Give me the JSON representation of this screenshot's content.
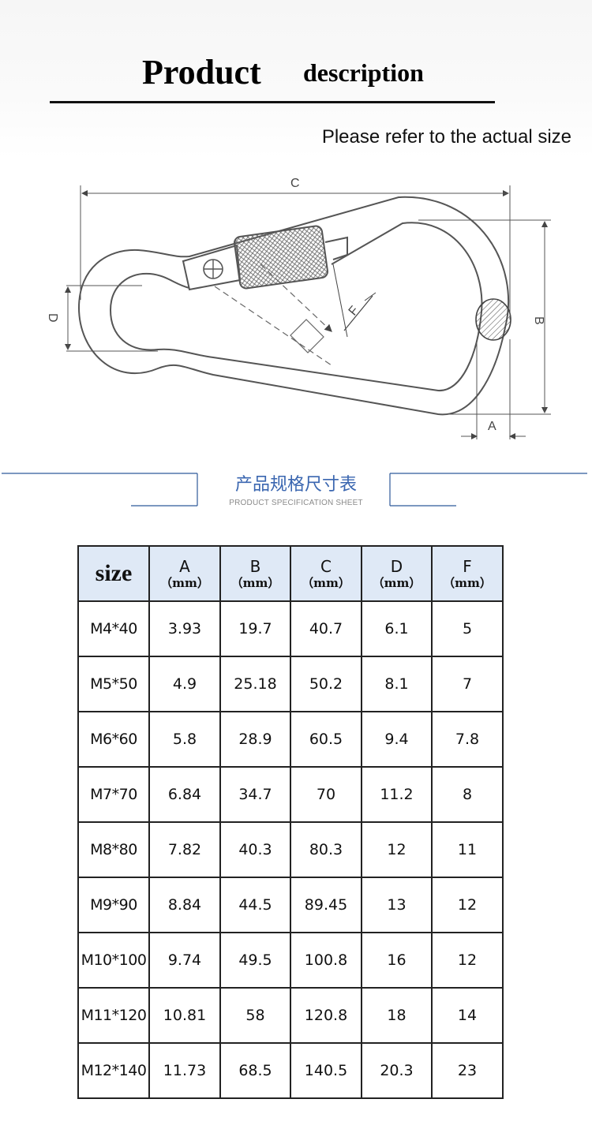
{
  "header": {
    "title_word1": "Product",
    "title_word2": "description",
    "subtitle": "Please refer to the actual size"
  },
  "diagram": {
    "labels": {
      "a": "A",
      "b": "B",
      "c": "C",
      "d": "D",
      "f": "F"
    }
  },
  "spec_sheet": {
    "title_cn": "产品规格尺寸表",
    "title_en": "PRODUCT SPECIFICATION SHEET"
  },
  "table": {
    "size_header": "size",
    "columns": [
      {
        "letter": "A",
        "unit": "（mm）"
      },
      {
        "letter": "B",
        "unit": "（mm）"
      },
      {
        "letter": "C",
        "unit": "（mm）"
      },
      {
        "letter": "D",
        "unit": "（mm）"
      },
      {
        "letter": "F",
        "unit": "（mm）"
      }
    ],
    "rows": [
      {
        "size": "M4*40",
        "a": "3.93",
        "b": "19.7",
        "c": "40.7",
        "d": "6.1",
        "f": "5"
      },
      {
        "size": "M5*50",
        "a": "4.9",
        "b": "25.18",
        "c": "50.2",
        "d": "8.1",
        "f": "7"
      },
      {
        "size": "M6*60",
        "a": "5.8",
        "b": "28.9",
        "c": "60.5",
        "d": "9.4",
        "f": "7.8"
      },
      {
        "size": "M7*70",
        "a": "6.84",
        "b": "34.7",
        "c": "70",
        "d": "11.2",
        "f": "8"
      },
      {
        "size": "M8*80",
        "a": "7.82",
        "b": "40.3",
        "c": "80.3",
        "d": "12",
        "f": "11"
      },
      {
        "size": "M9*90",
        "a": "8.84",
        "b": "44.5",
        "c": "89.45",
        "d": "13",
        "f": "12"
      },
      {
        "size": "M10*100",
        "a": "9.74",
        "b": "49.5",
        "c": "100.8",
        "d": "16",
        "f": "12"
      },
      {
        "size": "M11*120",
        "a": "10.81",
        "b": "58",
        "c": "120.8",
        "d": "18",
        "f": "14"
      },
      {
        "size": "M12*140",
        "a": "11.73",
        "b": "68.5",
        "c": "140.5",
        "d": "20.3",
        "f": "23"
      }
    ]
  },
  "colors": {
    "accent_blue": "#3a66b0",
    "header_cell_bg": "#dfe9f6",
    "line_gray": "#555555"
  }
}
